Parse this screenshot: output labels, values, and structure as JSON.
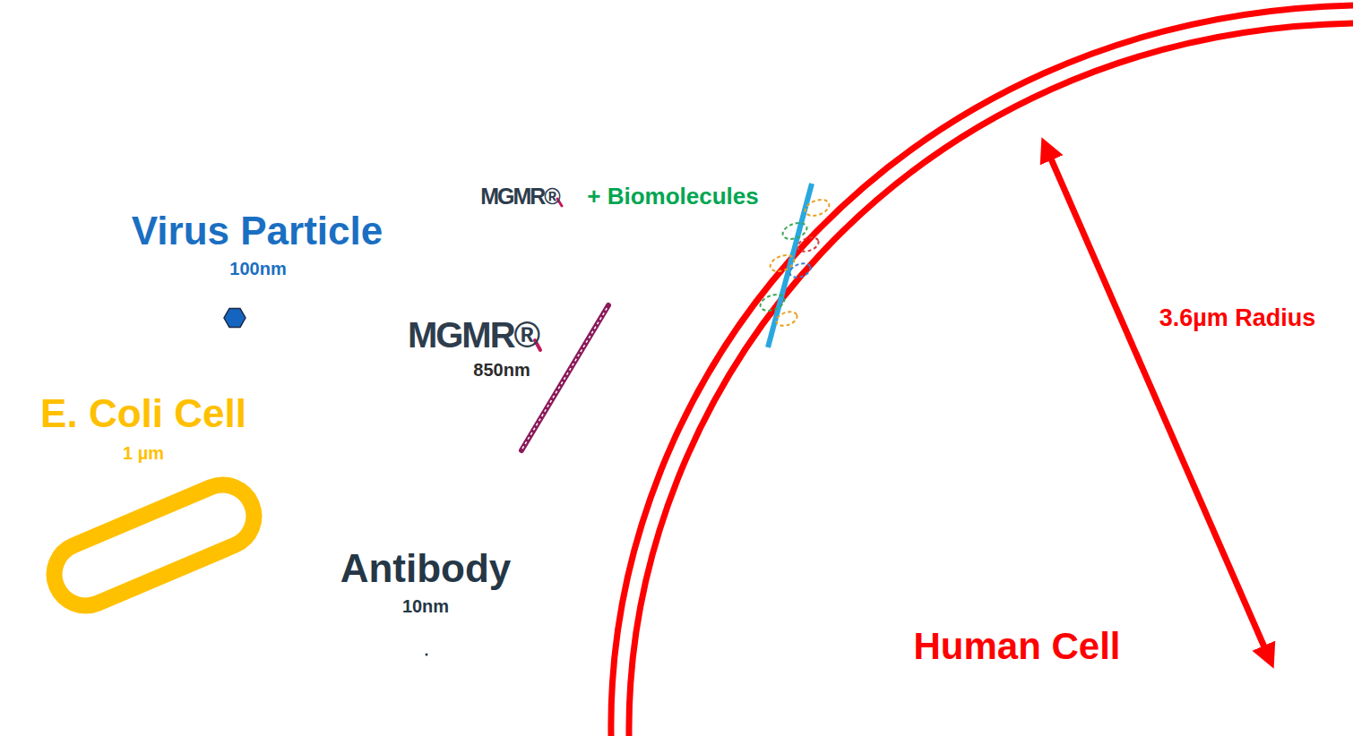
{
  "diagram": {
    "labels": [
      "Virus Particle",
      "100nm",
      "E. Coli Cell",
      "1 µm",
      "MGMR®",
      "850nm",
      "MGMR®",
      "+ Biomolecules",
      "Antibody",
      "10nm",
      "Human Cell",
      "3.6µm Radius"
    ]
  }
}
